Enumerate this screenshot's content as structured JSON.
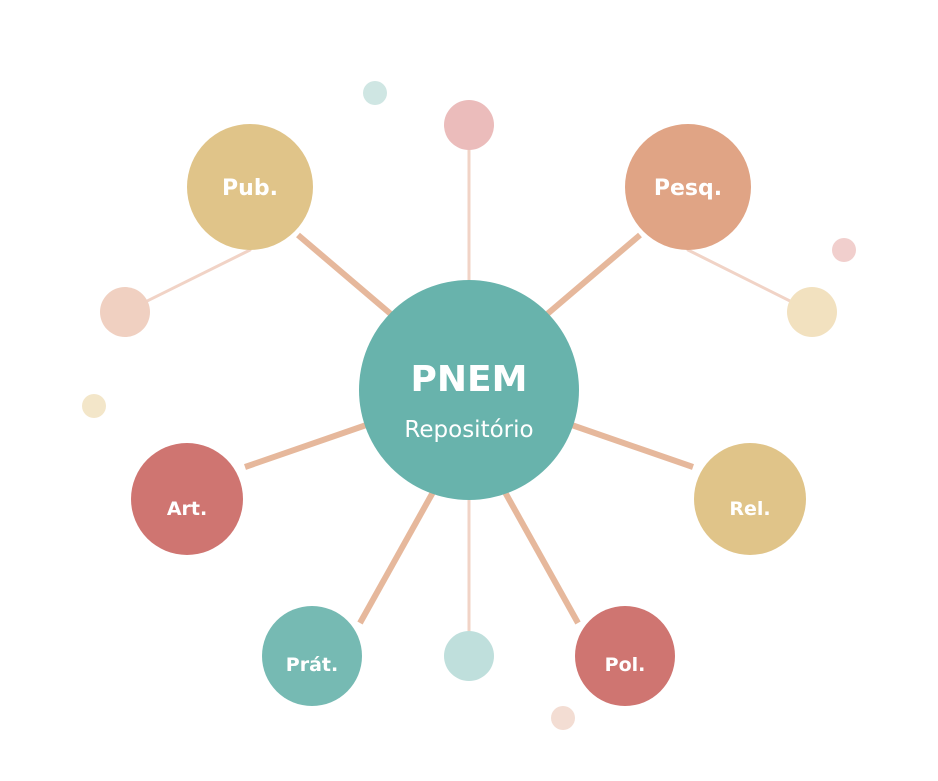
{
  "center": {
    "title": "PNEM",
    "subtitle": "Repositório",
    "color": "#68b3ac"
  },
  "nodes": [
    {
      "id": "pub",
      "label": "Pub.",
      "color": "#e0c489"
    },
    {
      "id": "pesq",
      "label": "Pesq.",
      "color": "#e0a485"
    },
    {
      "id": "art",
      "label": "Art.",
      "color": "#cf7571"
    },
    {
      "id": "rel",
      "label": "Rel.",
      "color": "#e0c489"
    },
    {
      "id": "prat",
      "label": "Prát.",
      "color": "#76bab3"
    },
    {
      "id": "pol",
      "label": "Pol.",
      "color": "#cf7571"
    }
  ],
  "colors": {
    "connector": "#e6b89c",
    "connector_light": "#f1d3c6"
  }
}
